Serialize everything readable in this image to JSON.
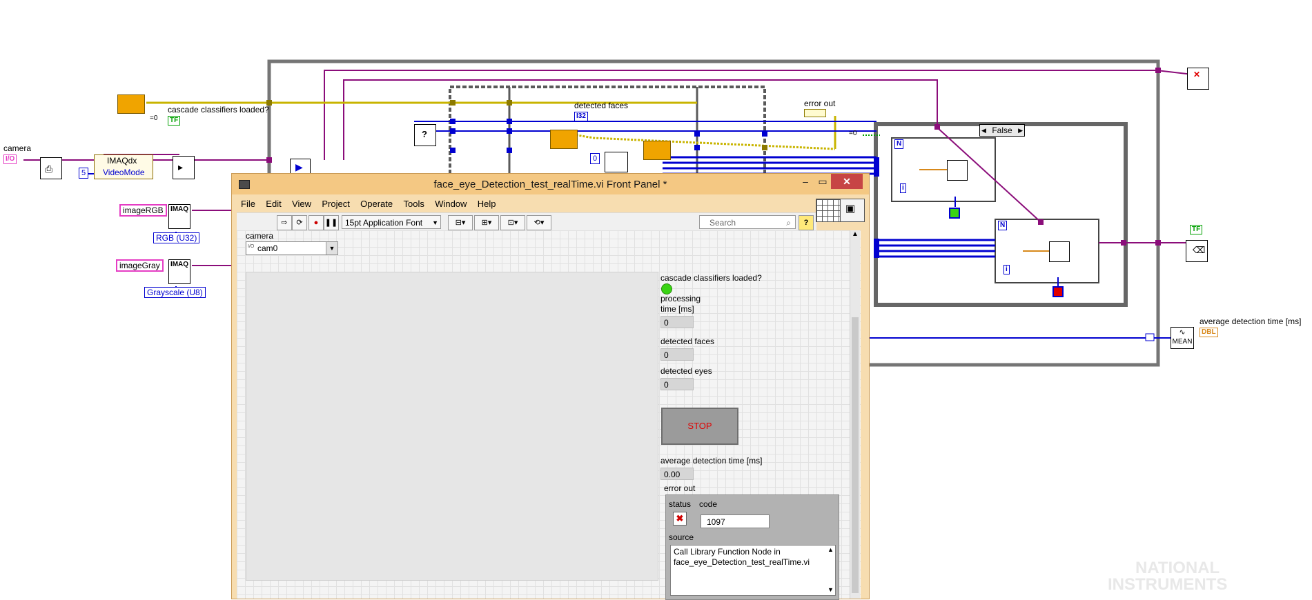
{
  "diagram": {
    "camera_label": "camera",
    "camera_type": "I/O",
    "imaqdx_node": "IMAQdx",
    "videomode_const": "5",
    "videomode_label": "VideoMode",
    "cascade_label": "cascade classifiers loaded?",
    "tf_indicator": "TF",
    "image_rgb_label": "imageRGB",
    "image_gray_label": "imageGray",
    "imaq_node": "IMAQ",
    "rgb_type": "RGB (U32)",
    "gray_type": "Grayscale (U8)",
    "detected_faces_label": "detected faces",
    "i32_indicator": "I32",
    "zero_const": "0",
    "error_out_label": "error out",
    "error_indicator": "",
    "case_selector": "False",
    "n_label": "N",
    "i_label": "i",
    "mean_node": "MEAN",
    "avg_label": "average detection time [ms]",
    "dbl_indicator": "DBL",
    "eq_zero": "=0",
    "tf_const": "TF"
  },
  "front_panel": {
    "title": "face_eye_Detection_test_realTime.vi Front Panel *",
    "menu": [
      "File",
      "Edit",
      "View",
      "Project",
      "Operate",
      "Tools",
      "Window",
      "Help"
    ],
    "font_selector": "15pt Application Font",
    "search_placeholder": "Search",
    "camera_label": "camera",
    "camera_value": "cam0",
    "camera_prefix": "I/O",
    "cascade_label": "cascade classifiers loaded?",
    "processing_time_label": "processing\ntime [ms]",
    "processing_time_value": "0",
    "detected_faces_label": "detected faces",
    "detected_faces_value": "0",
    "detected_eyes_label": "detected eyes",
    "detected_eyes_value": "0",
    "stop_label": "STOP",
    "avg_time_label": "average detection time [ms]",
    "avg_time_value": "0.00",
    "error_out": {
      "label": "error out",
      "status_label": "status",
      "code_label": "code",
      "code_value": "1097",
      "source_label": "source",
      "source_value": "Call Library Function Node in\nface_eye_Detection_test_realTime.vi"
    }
  },
  "watermark": {
    "line1": "NATIONAL",
    "line2": "INSTRUMENTS"
  },
  "colors": {
    "orange_wire": "#d7881a",
    "blue_wire": "#0000d0",
    "purple_wire": "#8b0d7a",
    "yellow_wire": "#c8b400",
    "green_wire": "#00a000",
    "pink_wire": "#e53dc4",
    "frame_gray": "#757575",
    "window_orange": "#f4c883",
    "led_green": "#3ad414",
    "stop_red": "#e00000"
  }
}
